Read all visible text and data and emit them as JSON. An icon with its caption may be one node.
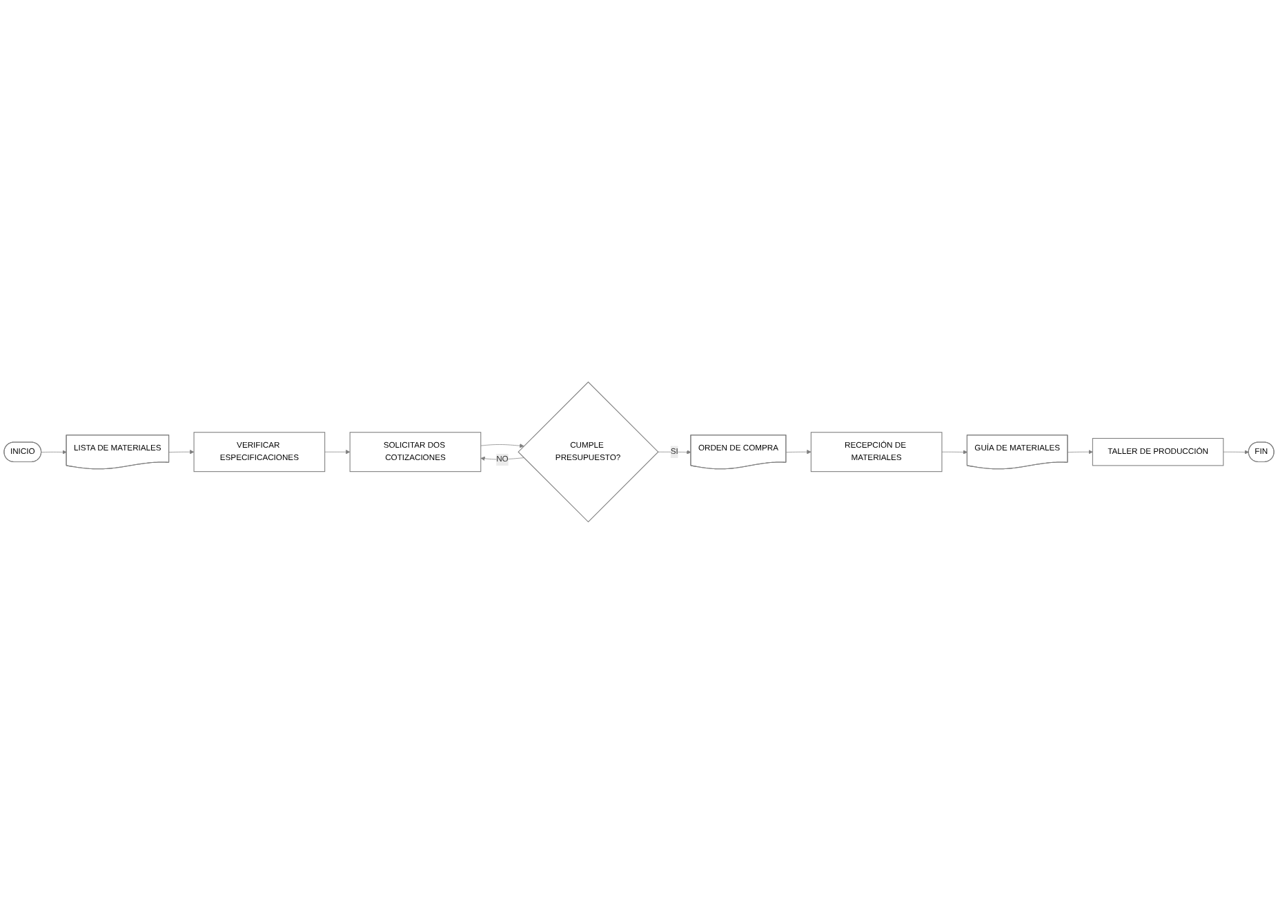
{
  "diagram": {
    "nodes": [
      {
        "text": [
          "INICIO"
        ]
      },
      {
        "text": [
          "LISTA DE MATERIALES"
        ]
      },
      {
        "text": [
          "VERIFICAR ESPECIFICACIONES"
        ]
      },
      {
        "text": [
          "SOLICITAR DOS COTIZACIONES"
        ]
      },
      {
        "text": [
          "CUMPLE PRESUPUESTO?"
        ]
      },
      {
        "text": [
          "ORDEN DE COMPRA"
        ]
      },
      {
        "text": [
          "RECEPCIÓN DE MATERIALES"
        ]
      },
      {
        "text": [
          "GUÍA DE MATERIALES"
        ]
      },
      {
        "text": [
          "TALLER DE PRODUCCIÓN"
        ]
      },
      {
        "text": [
          "FIN"
        ]
      }
    ],
    "edges": [
      {
        "from": 0,
        "to": 1,
        "arrow": "to"
      },
      {
        "from": 1,
        "to": 2,
        "arrow": "to"
      },
      {
        "from": 2,
        "to": 3,
        "arrow": "to"
      },
      {
        "from": 3,
        "to": 4,
        "arrow": "to"
      },
      {
        "from": 4,
        "to": 5,
        "label": "SI",
        "arrow": "to"
      },
      {
        "from": 4,
        "to": 3,
        "label": "NO",
        "arrow": "to"
      },
      {
        "from": 5,
        "to": 6,
        "arrow": "to"
      },
      {
        "from": 6,
        "to": 7,
        "arrow": "to"
      },
      {
        "from": 7,
        "to": 8,
        "arrow": "to"
      },
      {
        "from": 8,
        "to": 9,
        "arrow": "to"
      }
    ]
  }
}
